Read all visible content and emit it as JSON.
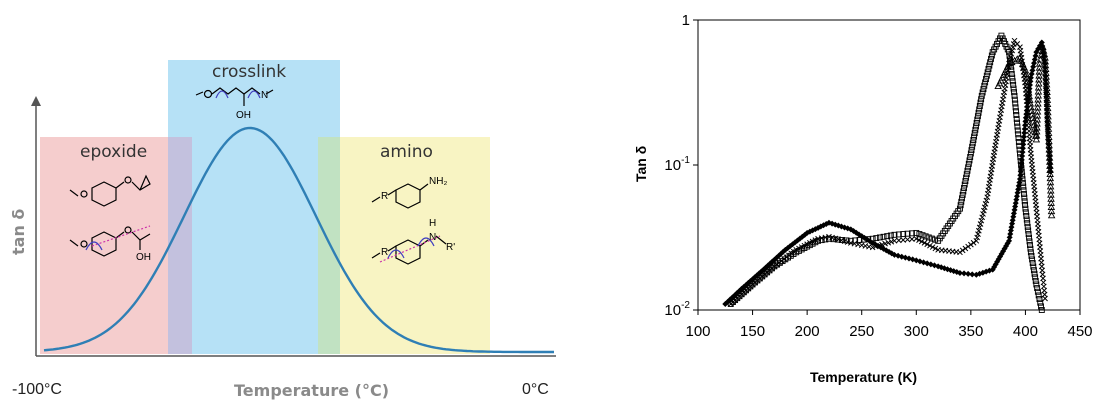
{
  "left_chart": {
    "regions": {
      "epoxide": {
        "label": "epoxide",
        "color": "#f3c4c4"
      },
      "crosslink": {
        "label": "crosslink",
        "color": "#a9dcf5"
      },
      "amino": {
        "label": "amino",
        "color": "#f7f2b8"
      }
    },
    "curve_color": "#2f7fb5",
    "ylabel": "tan δ",
    "xlabel": "Temperature (°C)",
    "x_start_label": "-100°C",
    "x_end_label": "0°C",
    "chem": {
      "oh": "OH",
      "n": "N",
      "nh2": "NH₂",
      "r": "R",
      "h": "H",
      "nr": "R'"
    }
  },
  "chart_data": [
    {
      "type": "area",
      "title": "",
      "xlabel": "Temperature (°C)",
      "ylabel": "tan δ",
      "x_range_labels": [
        "-100°C",
        "0°C"
      ],
      "regions": [
        "epoxide",
        "crosslink",
        "amino"
      ],
      "note_shape": "single broad peak"
    },
    {
      "type": "scatter",
      "title": "",
      "xlabel": "Temperature (K)",
      "ylabel": "Tan δ",
      "xlim": [
        100,
        450
      ],
      "ylim": [
        0.01,
        1
      ],
      "yscale": "log",
      "xticks": [
        "100",
        "150",
        "200",
        "250",
        "300",
        "350",
        "400",
        "450"
      ],
      "yticks": [
        {
          "base": "10",
          "exp": "-2",
          "value": 0.01
        },
        {
          "base": "10",
          "exp": "-1",
          "value": 0.1
        },
        {
          "base": "1",
          "exp": "",
          "value": 1
        }
      ],
      "grid": false,
      "series": [
        {
          "marker": "diamond-filled",
          "x": [
            125,
            140,
            160,
            180,
            200,
            220,
            240,
            260,
            280,
            300,
            320,
            340,
            355,
            370,
            385,
            395,
            400,
            405,
            410,
            415,
            418,
            420,
            423
          ],
          "y": [
            0.011,
            0.014,
            0.019,
            0.026,
            0.034,
            0.04,
            0.036,
            0.029,
            0.024,
            0.022,
            0.02,
            0.018,
            0.0175,
            0.019,
            0.03,
            0.08,
            0.2,
            0.4,
            0.6,
            0.7,
            0.5,
            0.2,
            0.09
          ]
        },
        {
          "marker": "x",
          "x": [
            130,
            150,
            170,
            190,
            210,
            220,
            240,
            260,
            280,
            300,
            320,
            340,
            355,
            365,
            375,
            385,
            390,
            395,
            400,
            405,
            410,
            415,
            418
          ],
          "y": [
            0.011,
            0.015,
            0.02,
            0.026,
            0.031,
            0.032,
            0.029,
            0.027,
            0.03,
            0.031,
            0.026,
            0.025,
            0.03,
            0.06,
            0.18,
            0.5,
            0.72,
            0.65,
            0.35,
            0.12,
            0.05,
            0.02,
            0.012
          ]
        },
        {
          "marker": "square-open",
          "x": [
            130,
            150,
            170,
            190,
            210,
            220,
            240,
            260,
            280,
            300,
            320,
            340,
            350,
            360,
            370,
            378,
            385,
            390,
            395,
            400,
            405,
            410,
            415
          ],
          "y": [
            0.011,
            0.015,
            0.02,
            0.025,
            0.03,
            0.031,
            0.03,
            0.031,
            0.033,
            0.034,
            0.03,
            0.05,
            0.12,
            0.3,
            0.6,
            0.78,
            0.6,
            0.3,
            0.12,
            0.05,
            0.025,
            0.015,
            0.01
          ]
        },
        {
          "marker": "triangle-open",
          "x": [
            375,
            385,
            395,
            400,
            405,
            410,
            413,
            416,
            418,
            420,
            422,
            424
          ],
          "y": [
            0.35,
            0.5,
            0.55,
            0.45,
            0.25,
            0.15,
            0.5,
            0.65,
            0.55,
            0.3,
            0.12,
            0.045
          ]
        }
      ]
    }
  ]
}
